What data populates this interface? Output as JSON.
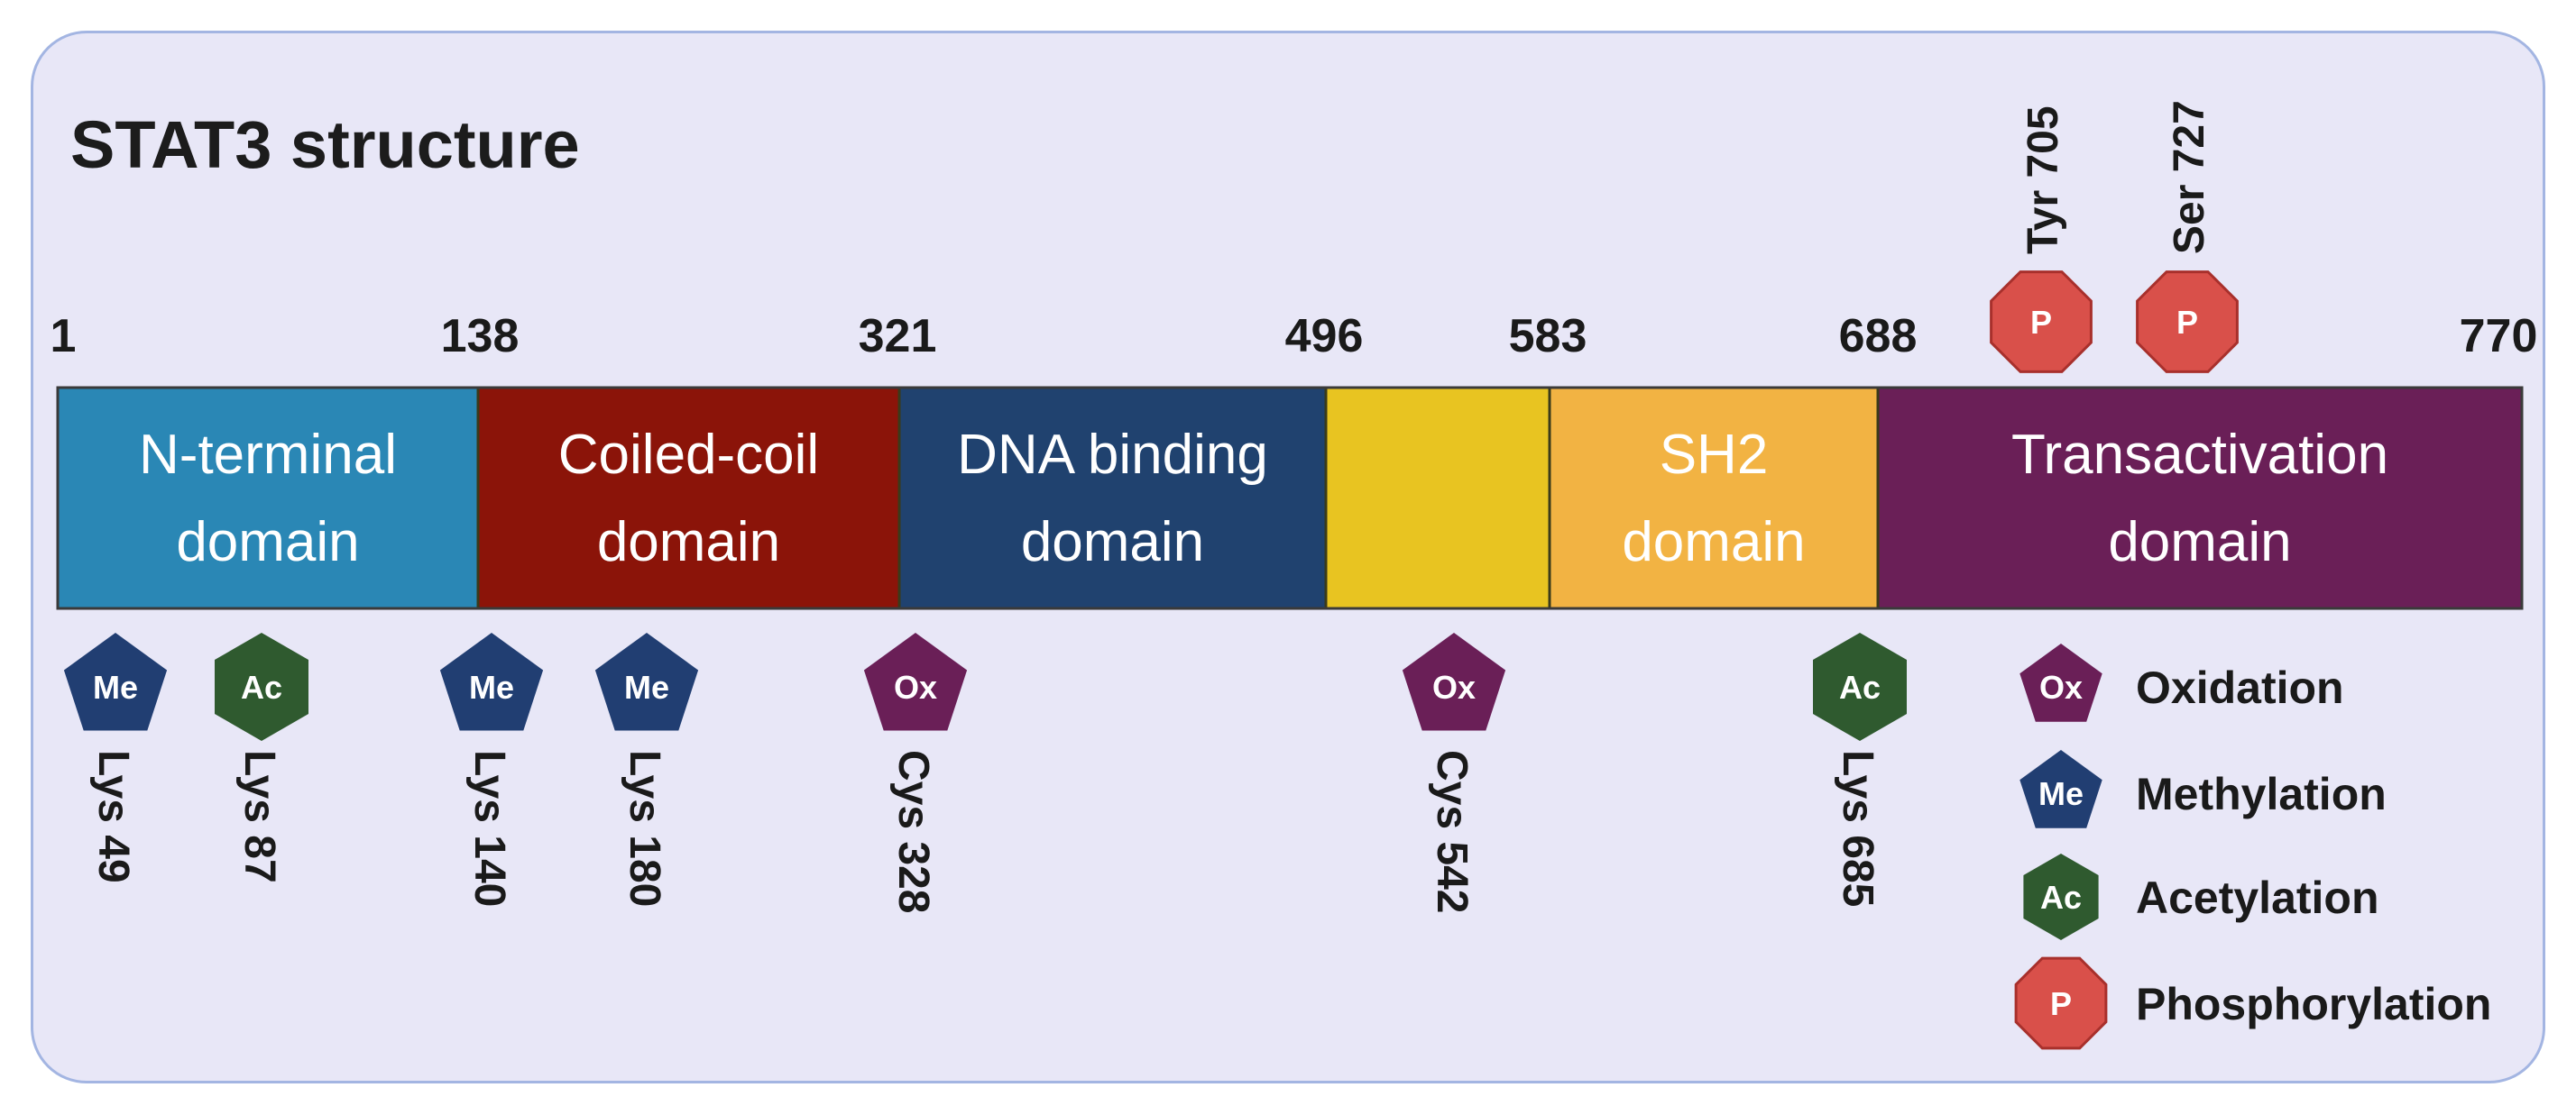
{
  "title": "STAT3 structure",
  "colors": {
    "oxidation": "#6a1f57",
    "methylation": "#213e72",
    "acetylation": "#2f5a2f",
    "phosphorylation": "#d9504a"
  },
  "positions": [
    "1",
    "138",
    "321",
    "496",
    "583",
    "688",
    "770"
  ],
  "domains": [
    {
      "name": "n-terminal",
      "line1": "N-terminal",
      "line2": "domain",
      "start": 1,
      "end": 138,
      "color": "#2a87b5"
    },
    {
      "name": "coiled-coil",
      "line1": "Coiled-coil",
      "line2": "domain",
      "start": 138,
      "end": 321,
      "color": "#8b1409"
    },
    {
      "name": "dna-binding",
      "line1": "DNA binding",
      "line2": "domain",
      "start": 321,
      "end": 496,
      "color": "#20426f"
    },
    {
      "name": "linker",
      "line1": "",
      "line2": "",
      "start": 496,
      "end": 583,
      "color": "#e8c421"
    },
    {
      "name": "sh2",
      "line1": "SH2",
      "line2": "domain",
      "start": 583,
      "end": 688,
      "color": "#f2b343"
    },
    {
      "name": "transactivation",
      "line1": "Transactivation",
      "line2": "domain",
      "start": 688,
      "end": 770,
      "color": "#6a1f57"
    }
  ],
  "sites_below": [
    {
      "type": "methylation",
      "badge": "Me",
      "label": "Lys 49",
      "residue": 49
    },
    {
      "type": "acetylation",
      "badge": "Ac",
      "label": "Lys 87",
      "residue": 87
    },
    {
      "type": "methylation",
      "badge": "Me",
      "label": "Lys 140",
      "residue": 140
    },
    {
      "type": "methylation",
      "badge": "Me",
      "label": "Lys 180",
      "residue": 180
    },
    {
      "type": "oxidation",
      "badge": "Ox",
      "label": "Cys 328",
      "residue": 328
    },
    {
      "type": "oxidation",
      "badge": "Ox",
      "label": "Cys 542",
      "residue": 542
    },
    {
      "type": "acetylation",
      "badge": "Ac",
      "label": "Lys 685",
      "residue": 685
    }
  ],
  "sites_above": [
    {
      "type": "phosphorylation",
      "badge": "P",
      "label": "Tyr 705",
      "residue": 705
    },
    {
      "type": "phosphorylation",
      "badge": "P",
      "label": "Ser 727",
      "residue": 727
    }
  ],
  "legend": [
    {
      "type": "oxidation",
      "badge": "Ox",
      "label": "Oxidation"
    },
    {
      "type": "methylation",
      "badge": "Me",
      "label": "Methylation"
    },
    {
      "type": "acetylation",
      "badge": "Ac",
      "label": "Acetylation"
    },
    {
      "type": "phosphorylation",
      "badge": "P",
      "label": "Phosphorylation"
    }
  ]
}
